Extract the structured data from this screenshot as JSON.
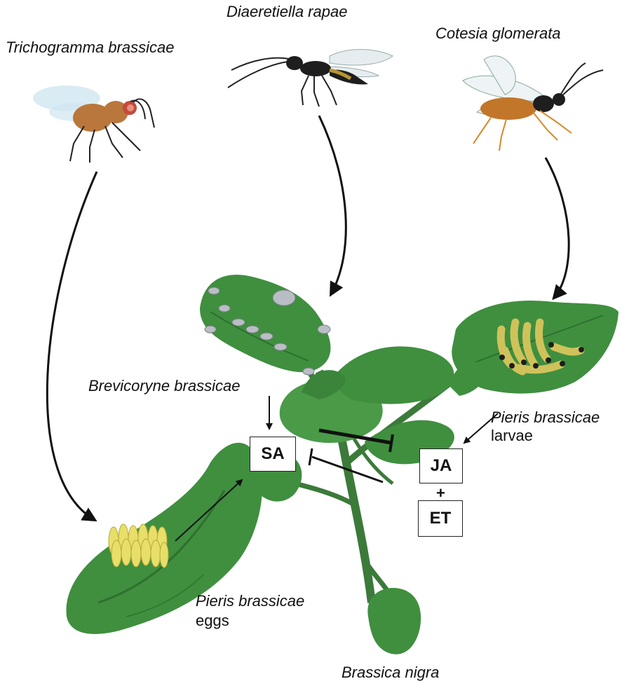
{
  "species": {
    "trichogramma": "Trichogramma brassicae",
    "diaeretiella": "Diaeretiella rapae",
    "cotesia": "Cotesia glomerata",
    "brevicoryne": "Brevicoryne brassicae",
    "pieris_larvae_name": "Pieris brassicae",
    "pieris_larvae_stage": "larvae",
    "pieris_eggs_name": "Pieris brassicae",
    "pieris_eggs_stage": "eggs",
    "plant": "Brassica nigra"
  },
  "hormones": {
    "sa": "SA",
    "ja": "JA",
    "plus": "+",
    "et": "ET"
  },
  "colors": {
    "leaf": "#3f8f3f",
    "leaf_dark": "#2f6f2f",
    "stem": "#3c7a3a",
    "egg": "#e8de6a",
    "larva": "#cfc25a",
    "aphid": "#b9bec4",
    "wasp_body": "#1e1e1e",
    "fly_body": "#b9773c"
  },
  "icons": [
    "trichogramma-wasp-icon",
    "diaeretiella-wasp-icon",
    "cotesia-wasp-icon",
    "aphid-icon",
    "caterpillar-icon",
    "egg-cluster-icon",
    "plant-icon"
  ]
}
